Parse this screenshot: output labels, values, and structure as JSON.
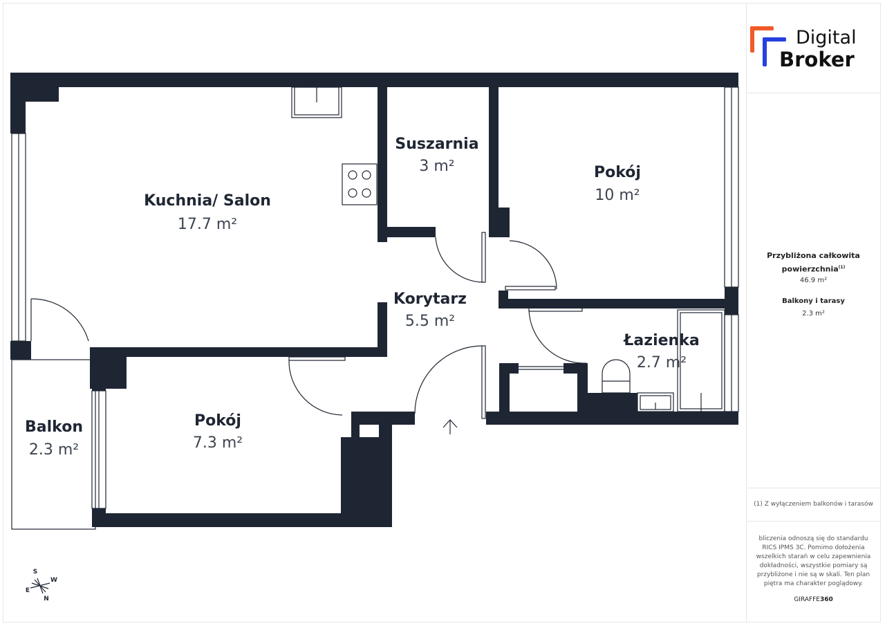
{
  "brand": {
    "line1": "Digital",
    "line2": "Broker",
    "accent_orange": "#f05a28",
    "accent_blue": "#2740e0"
  },
  "rooms": [
    {
      "name": "Kuchnia/ Salon",
      "area": "17.7 m²"
    },
    {
      "name": "Suszarnia",
      "area": "3 m²"
    },
    {
      "name": "Pokój",
      "area": "10 m²"
    },
    {
      "name": "Korytarz",
      "area": "5.5 m²"
    },
    {
      "name": "Łazienka",
      "area": "2.7 m²"
    },
    {
      "name": "Balkon",
      "area": "2.3 m²"
    },
    {
      "name": "Pokój",
      "area": "7.3 m²"
    }
  ],
  "compass": {
    "s": "S",
    "w": "W",
    "e": "E",
    "n": "N"
  },
  "summary": {
    "total_label_1": "Przybliżona całkowita",
    "total_label_2": "powierzchnia",
    "total_sup": "(1)",
    "total_value": "46.9 m²",
    "balcony_label": "Balkony i tarasy",
    "balcony_value": "2.3 m²"
  },
  "footnote": "(1) Z wyłączeniem balkonów i tarasów",
  "disclaimer": [
    "bliczenia odnoszą się do standardu",
    "RICS IPMS 3C. Pomimo dołożenia",
    "wszelkich starań w celu zapewnienia",
    "dokładności, wszystkie pomiary są",
    "przybliżone i nie są w skali. Ten plan",
    "piętra ma charakter poglądowy."
  ],
  "credit": {
    "a": "GIRAFFE",
    "b": "360"
  },
  "colors": {
    "wall": "#1f2633"
  }
}
